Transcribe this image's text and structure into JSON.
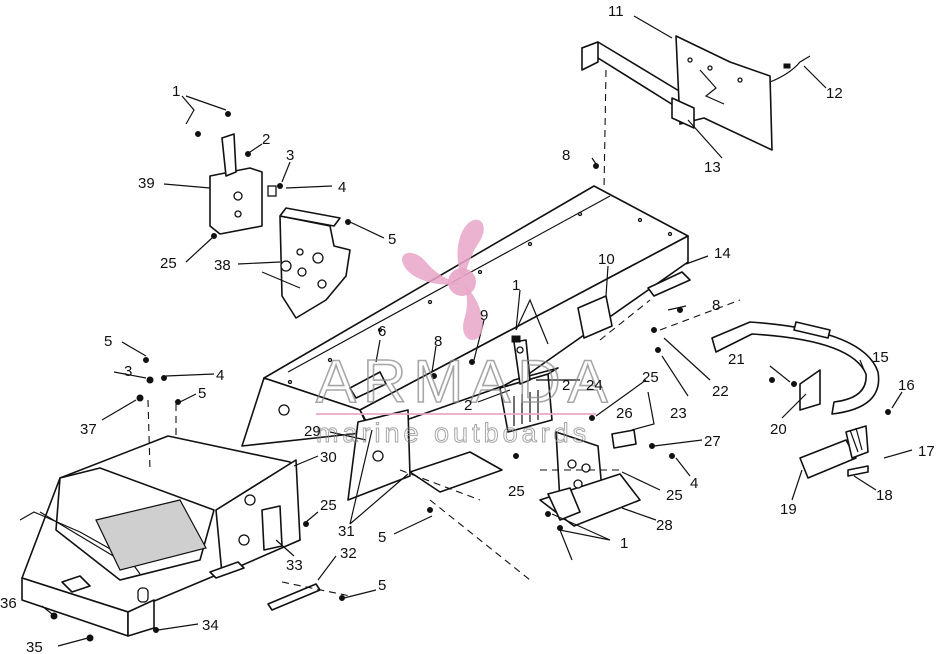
{
  "watermark": {
    "brand": "ARMADA",
    "tagline": "marine outboards",
    "logo_color": "#e8a6c8",
    "text_color": "#8a8a8a"
  },
  "callouts": [
    "1",
    "2",
    "3",
    "4",
    "5",
    "39",
    "25",
    "38",
    "1",
    "2",
    "3",
    "4",
    "5",
    "5",
    "37",
    "30",
    "25",
    "33",
    "32",
    "5",
    "34",
    "35",
    "36",
    "6",
    "8",
    "9",
    "29",
    "31",
    "5",
    "2",
    "24",
    "25",
    "26",
    "27",
    "4",
    "25",
    "28",
    "25",
    "1",
    "10",
    "22",
    "23",
    "14",
    "8",
    "8",
    "11",
    "12",
    "13",
    "15",
    "16",
    "21",
    "20",
    "17",
    "19",
    "18"
  ]
}
